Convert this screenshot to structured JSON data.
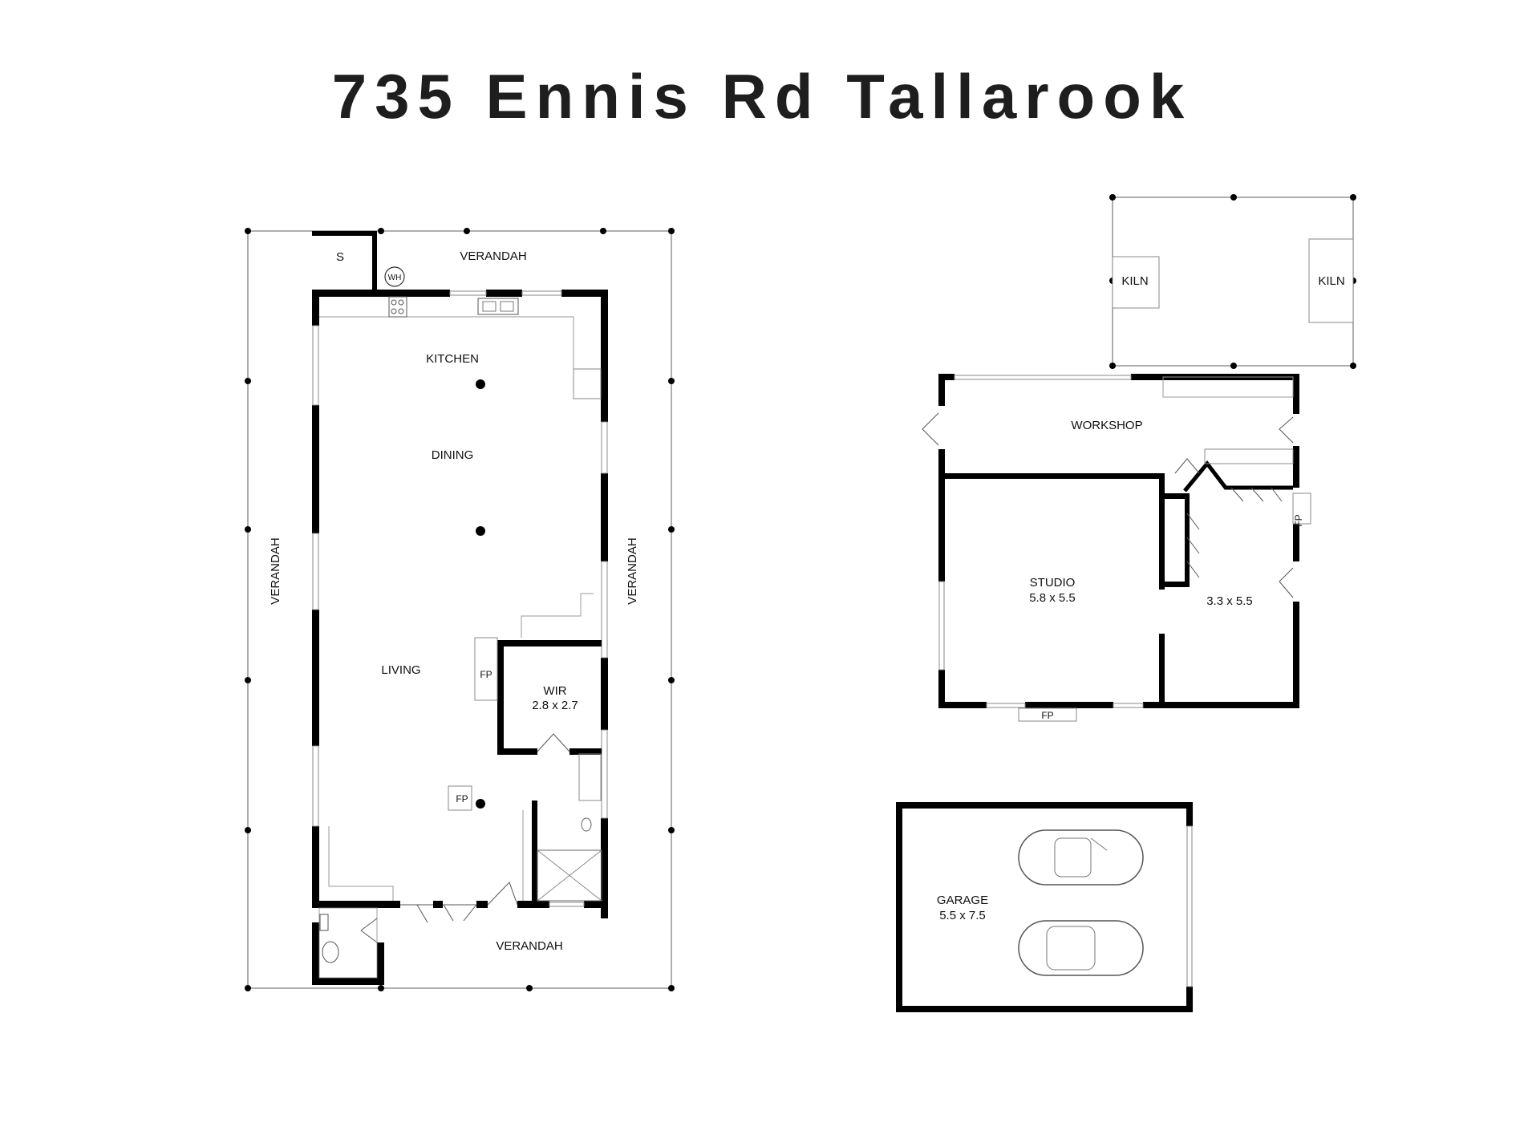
{
  "title": "735 Ennis Rd Tallarook",
  "labels": {
    "s": "S",
    "wh": "WH",
    "verandah_top": "VERANDAH",
    "verandah_left": "VERANDAH",
    "verandah_right": "VERANDAH",
    "verandah_bottom": "VERANDAH",
    "kitchen": "KITCHEN",
    "dining": "DINING",
    "living": "LIVING",
    "fp_living_side": "FP",
    "fp_living": "FP",
    "wir": "WIR",
    "wir_size": "2.8 x 2.7",
    "kiln_left": "KILN",
    "kiln_right": "KILN",
    "workshop": "WORKSHOP",
    "studio": "STUDIO",
    "studio_size": "5.8 x 5.5",
    "room_size": "3.3 x 5.5",
    "fp_room": "FP",
    "fp_studio": "FP",
    "garage": "GARAGE",
    "garage_size": "5.5 x 7.5"
  }
}
